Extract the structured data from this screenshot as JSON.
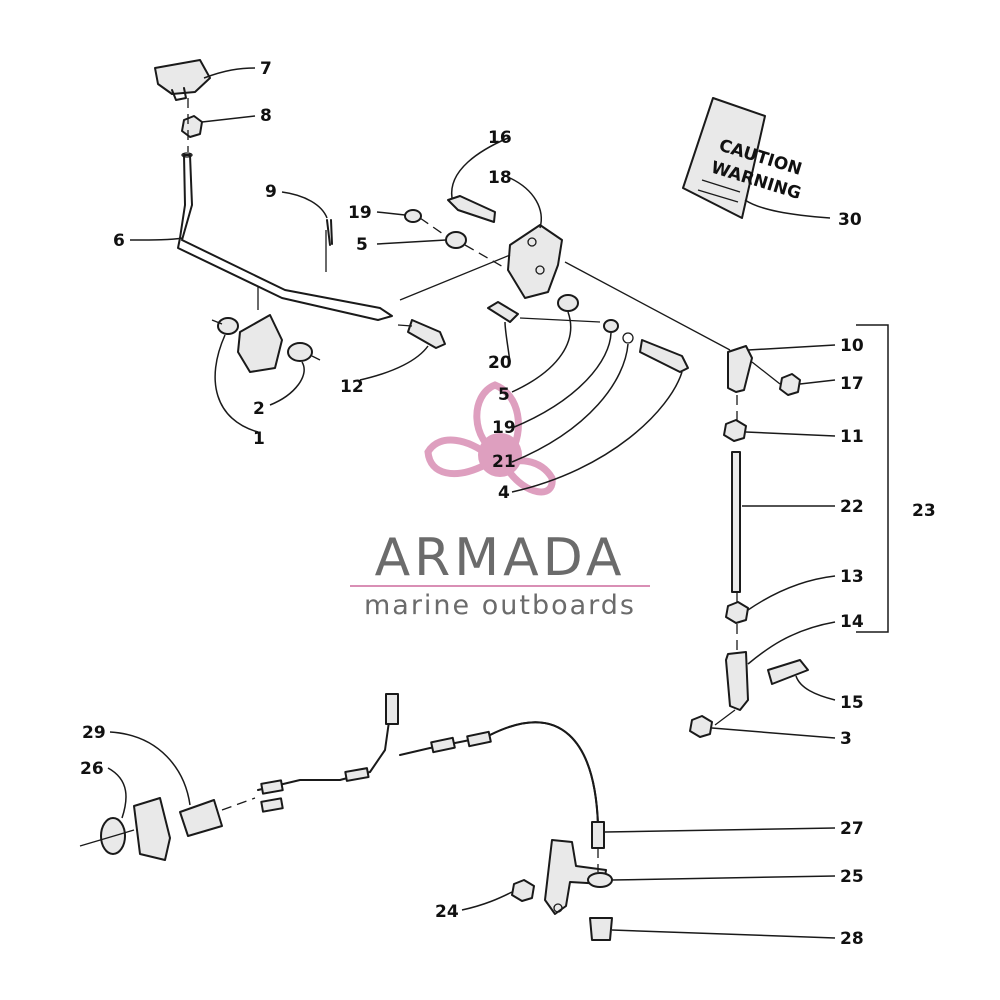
{
  "watermark": {
    "brand": "ARMADA",
    "tagline": "marine outboards",
    "accent_color": "#d98fb5"
  },
  "warning_card": {
    "line1": "CAUTION",
    "line2": "WARNING"
  },
  "callouts": {
    "c1": "1",
    "c2": "2",
    "c3": "3",
    "c4": "4",
    "c5a": "5",
    "c5b": "5",
    "c6": "6",
    "c7": "7",
    "c8": "8",
    "c9": "9",
    "c10": "10",
    "c11": "11",
    "c12": "12",
    "c13": "13",
    "c14": "14",
    "c15": "15",
    "c16": "16",
    "c17": "17",
    "c18": "18",
    "c19a": "19",
    "c19b": "19",
    "c20": "20",
    "c21": "21",
    "c22": "22",
    "c23": "23",
    "c24": "24",
    "c25": "25",
    "c26": "26",
    "c27": "27",
    "c28": "28",
    "c29": "29",
    "c30": "30"
  }
}
